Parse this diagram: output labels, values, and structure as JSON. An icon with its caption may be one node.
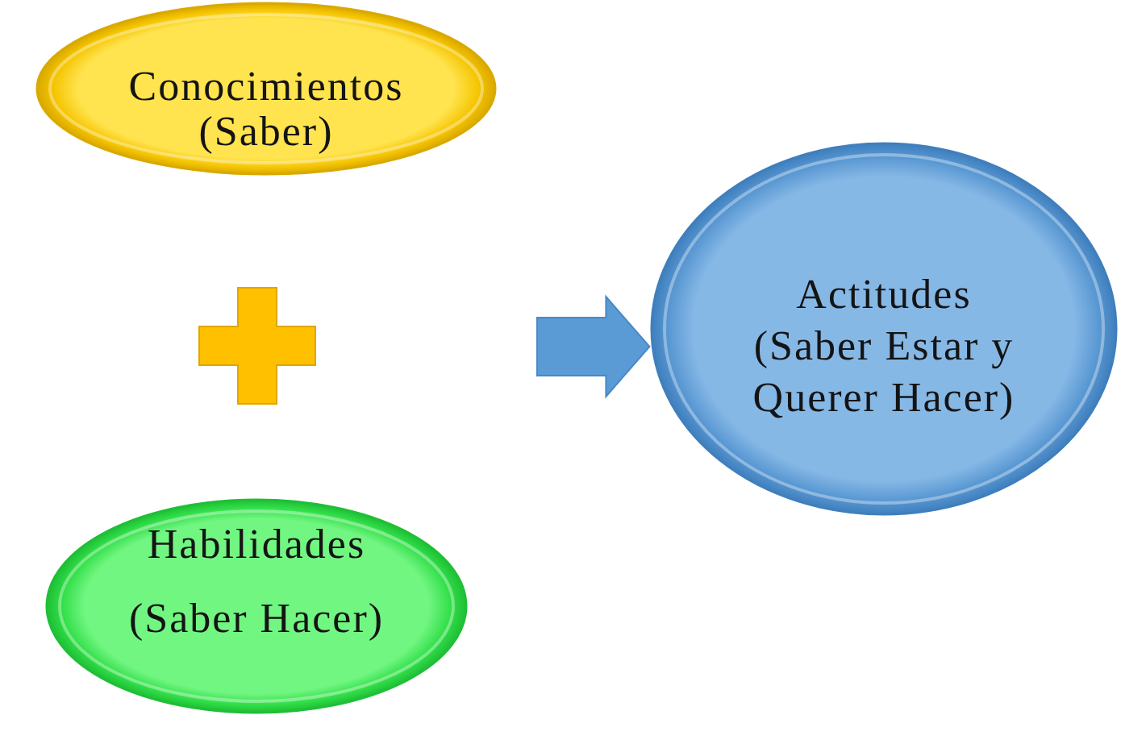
{
  "diagram": {
    "nodes": [
      {
        "text": [
          "Conocimientos (Saber)"
        ]
      },
      {
        "text": [
          "Habilidades (Saber Hacer)"
        ]
      },
      {
        "text": [
          "Actitudes (Saber Estar y Querer Hacer)"
        ]
      }
    ],
    "edges": [
      {
        "from": null,
        "to": 2,
        "arrow": "to"
      }
    ]
  }
}
